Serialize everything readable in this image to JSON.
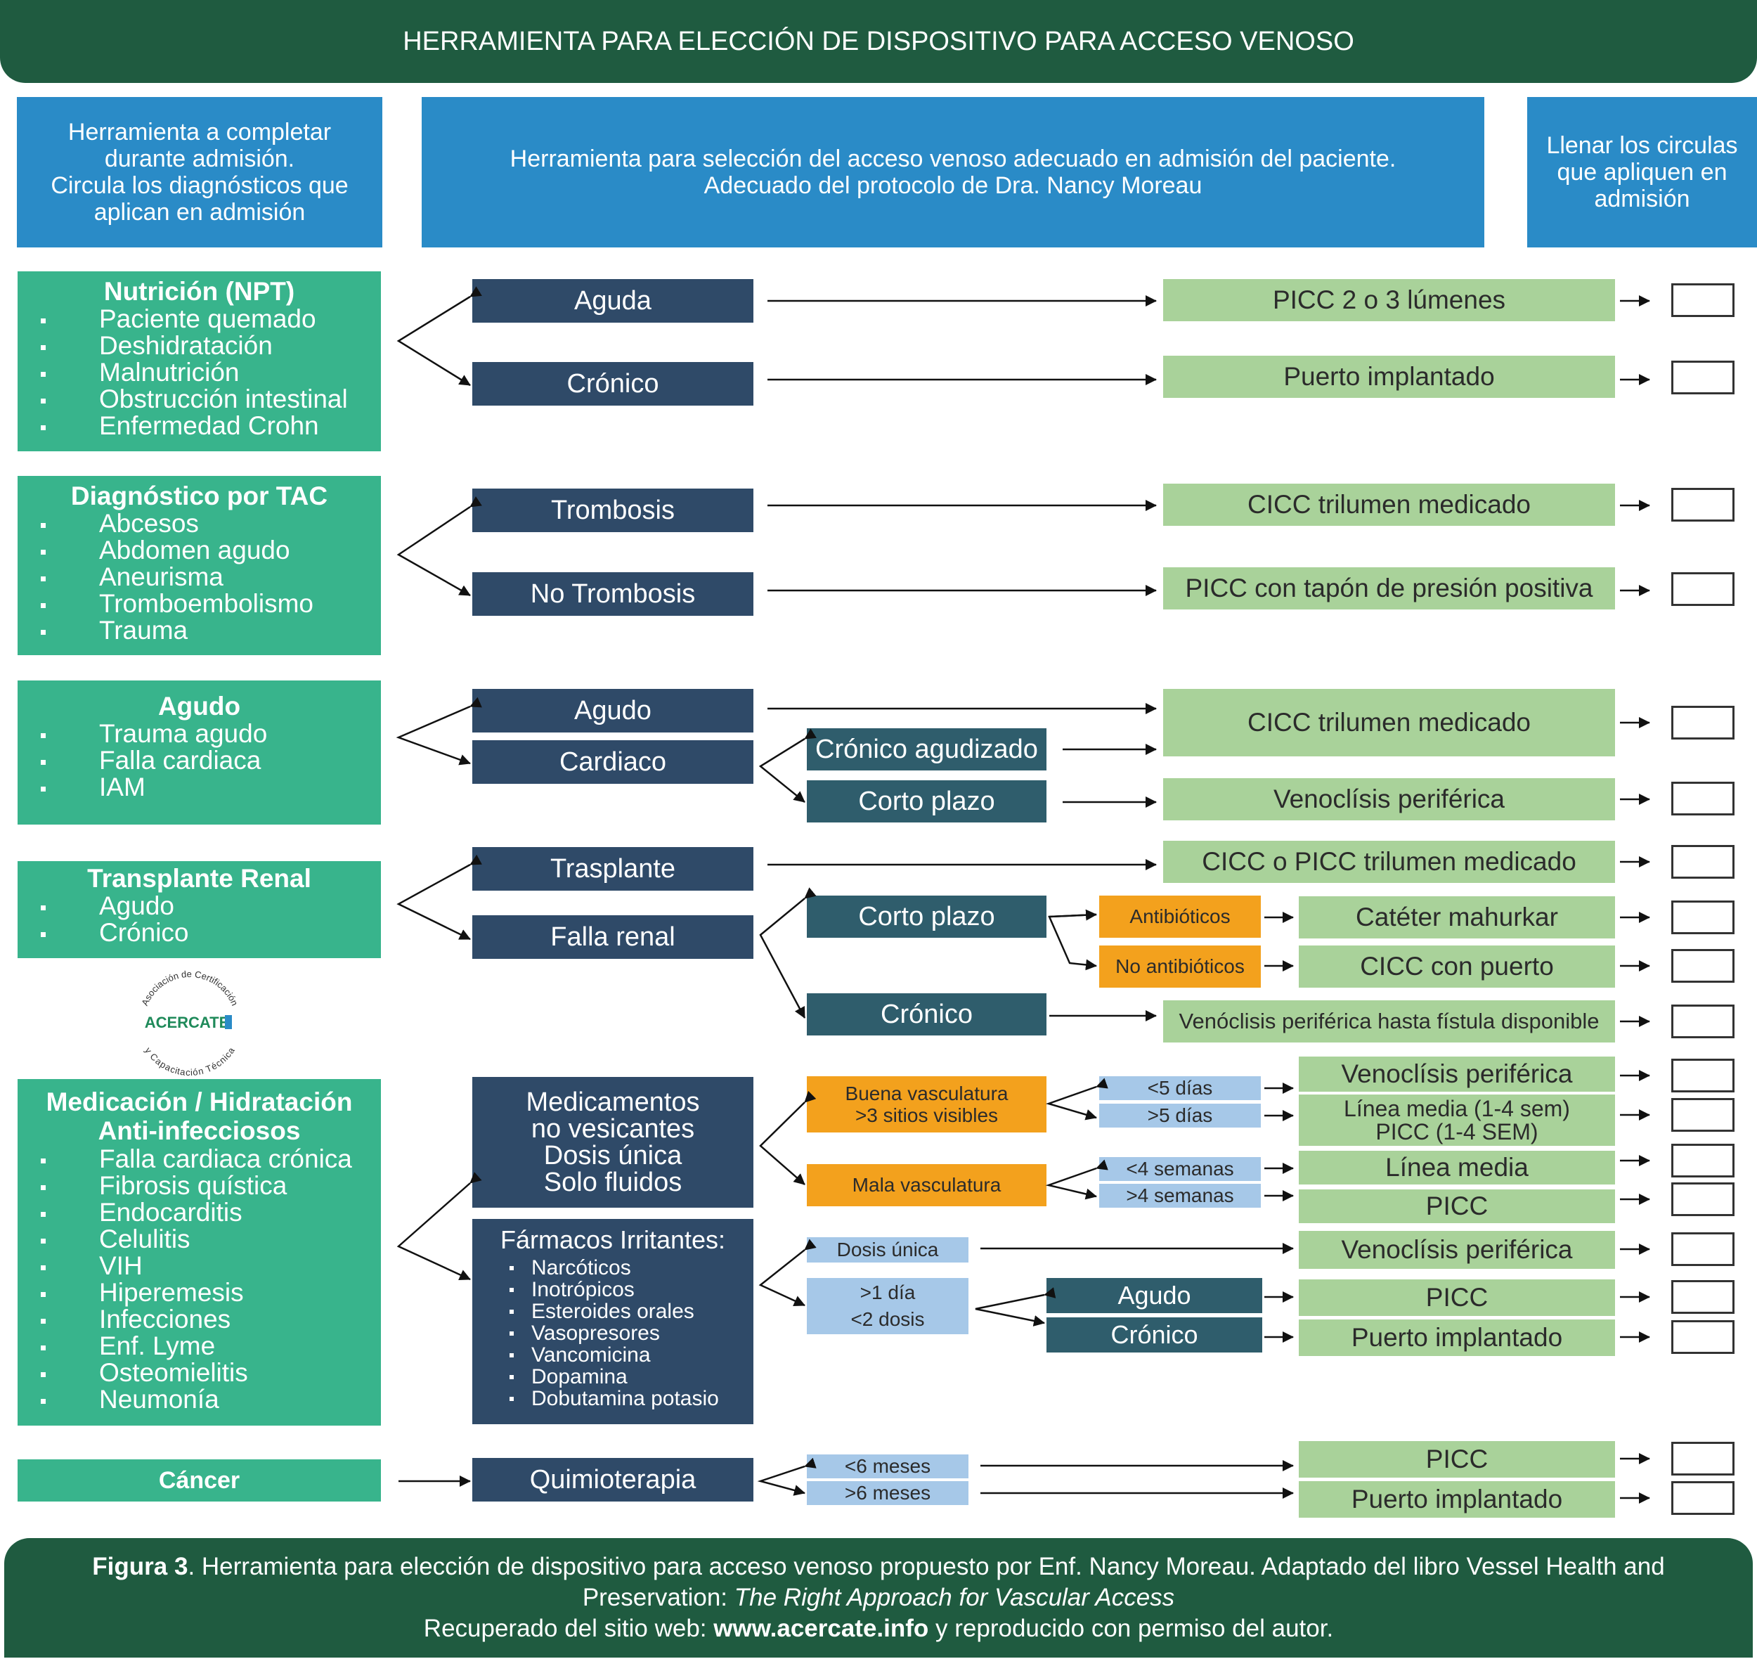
{
  "title": "HERRAMIENTA PARA ELECCIÓN DE DISPOSITIVO PARA ACCESO VENOSO",
  "headers": {
    "left": [
      "Herramienta a completar",
      "durante admisión.",
      "Circula los diagnósticos que",
      "aplican en admisión"
    ],
    "center": [
      "Herramienta para selección del acceso venoso adecuado en admisión del paciente.",
      "Adecuado del protocolo de Dra. Nancy Moreau"
    ],
    "right": [
      "Llenar  los circulas",
      "que apliquen en",
      "admisión"
    ]
  },
  "diagnoses": {
    "nutricion": {
      "title": "Nutrición (NPT)",
      "items": [
        "Paciente quemado",
        "Deshidratación",
        "Malnutrición",
        "Obstrucción intestinal",
        "Enfermedad Crohn"
      ]
    },
    "tac": {
      "title": "Diagnóstico por TAC",
      "items": [
        "Abcesos",
        "Abdomen agudo",
        "Aneurisma",
        "Tromboembolismo",
        "Trauma"
      ]
    },
    "agudo": {
      "title": "Agudo",
      "items": [
        "Trauma agudo",
        "Falla cardiaca",
        "IAM"
      ]
    },
    "renal": {
      "title": "Transplante Renal",
      "items": [
        "Agudo",
        "Crónico"
      ]
    },
    "medicacion": {
      "title": [
        "Medicación / Hidratación",
        "Anti-infecciosos"
      ],
      "items": [
        "Falla cardiaca crónica",
        "Fibrosis quística",
        "Endocarditis",
        "Celulitis",
        "VIH",
        "Hiperemesis",
        "Infecciones",
        "Enf. Lyme",
        "Osteomielitis",
        "Neumonía"
      ]
    },
    "cancer": {
      "title": "Cáncer"
    }
  },
  "categories": {
    "aguda": "Aguda",
    "cronico1": "Crónico",
    "trombosis": "Trombosis",
    "no_trombosis": "No Trombosis",
    "agudo": "Agudo",
    "cardiaco": "Cardiaco",
    "trasplante": "Trasplante",
    "falla_renal": "Falla renal",
    "no_vesicantes": [
      "Medicamentos",
      "no vesicantes",
      "Dosis única",
      "Solo fluidos"
    ],
    "irritantes_title": "Fármacos Irritantes:",
    "irritantes_items": [
      "Narcóticos",
      "Inotrópicos",
      "Esteroides orales",
      "Vasopresores",
      "Vancomicina",
      "Dopamina",
      "Dobutamina potasio"
    ],
    "quimio": "Quimioterapia"
  },
  "subcategories": {
    "cronico_agudizado": "Crónico agudizado",
    "corto_plazo1": "Corto plazo",
    "corto_plazo2": "Corto plazo",
    "cronico2": "Crónico",
    "antibioticos": "Antibióticos",
    "no_antibioticos": "No antibióticos",
    "buena_vasc": [
      "Buena vasculatura",
      ">3 sitios visibles"
    ],
    "mala_vasc": "Mala vasculatura",
    "menos5": "<5 días",
    "mas5": ">5 días",
    "menos4sem": "<4 semanas",
    "mas4sem": ">4 semanas",
    "dosis_unica": "Dosis única",
    "mas1dia": [
      ">1 día",
      "<2 dosis"
    ],
    "agudo3": "Agudo",
    "cronico3": "Crónico",
    "menos6m": "<6 meses",
    "mas6m": ">6 meses"
  },
  "devices": {
    "d1": "PICC 2 o 3 lúmenes",
    "d2": "Puerto implantado",
    "d3": "CICC trilumen medicado",
    "d4": "PICC con tapón de presión positiva",
    "d5": "CICC trilumen medicado",
    "d6": "Venoclísis periférica",
    "d7": "CICC o PICC trilumen medicado",
    "d8": "Catéter  mahurkar",
    "d9": "CICC con puerto",
    "d10": "Venóclisis periférica hasta fístula disponible",
    "d11": "Venoclísis periférica",
    "d12": [
      "Línea media (1-4 sem)",
      "PICC (1-4 SEM)"
    ],
    "d13": "Línea media",
    "d14": "PICC",
    "d15": "Venoclísis periférica",
    "d16": "PICC",
    "d17": "Puerto implantado",
    "d18": "PICC",
    "d19": "Puerto implantado"
  },
  "logo": {
    "name": "ACERCATE",
    "ring_top": "Asociación de Certificación",
    "ring_bottom": "y Capacitación Técnica"
  },
  "footer": {
    "fig_label": "Figura 3",
    "line1": ". Herramienta para elección de dispositivo para acceso venoso propuesto por Enf. Nancy Moreau.  Adaptado del libro Vessel Health and",
    "line2_a": "Preservation: ",
    "line2_b": "The Right Approach for Vascular Access",
    "line3_a": "Recuperado del sitio web: ",
    "line3_b": "www.acercate.info",
    "line3_c": " y reproducido con permiso del autor."
  },
  "colors": {
    "dark_green": "#1f5b40",
    "header_blue": "#2a8bc7",
    "diagnosis_green": "#38b48c",
    "navy": "#2f4a68",
    "teal": "#2f5d6c",
    "device_green": "#a9d29a",
    "orange": "#f3a11d",
    "light_blue": "#a6c8e8"
  }
}
